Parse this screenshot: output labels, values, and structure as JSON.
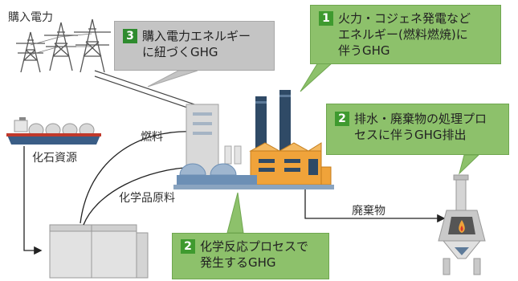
{
  "labels": {
    "purchased_power": "購入電力",
    "fossil_resources": "化石資源",
    "fuel": "燃料",
    "chemical_feedstock": "化学品原料",
    "waste": "廃棄物"
  },
  "callouts": {
    "c1": {
      "num": "1",
      "line1": "火力・コジェネ発電など",
      "line2": "エネルギー(燃料燃焼)に",
      "line3": "伴うGHG"
    },
    "c2_waste": {
      "num": "2",
      "line1": "排水・廃棄物の処理プロ",
      "line2": "セスに伴うGHG排出"
    },
    "c2_chem": {
      "num": "2",
      "line1": "化学反応プロセスで",
      "line2": "発生するGHG"
    },
    "c3": {
      "num": "3",
      "line1": "購入電力エネルギー",
      "line2": "に紐づくGHG"
    }
  },
  "colors": {
    "green_box": "#8dc16b",
    "gray_box": "#c4c4c4",
    "badge": "#3f9a2f",
    "factory_orange": "#f0a33a",
    "chimney": "#2f4a66",
    "ship_hull": "#3a5d86"
  }
}
